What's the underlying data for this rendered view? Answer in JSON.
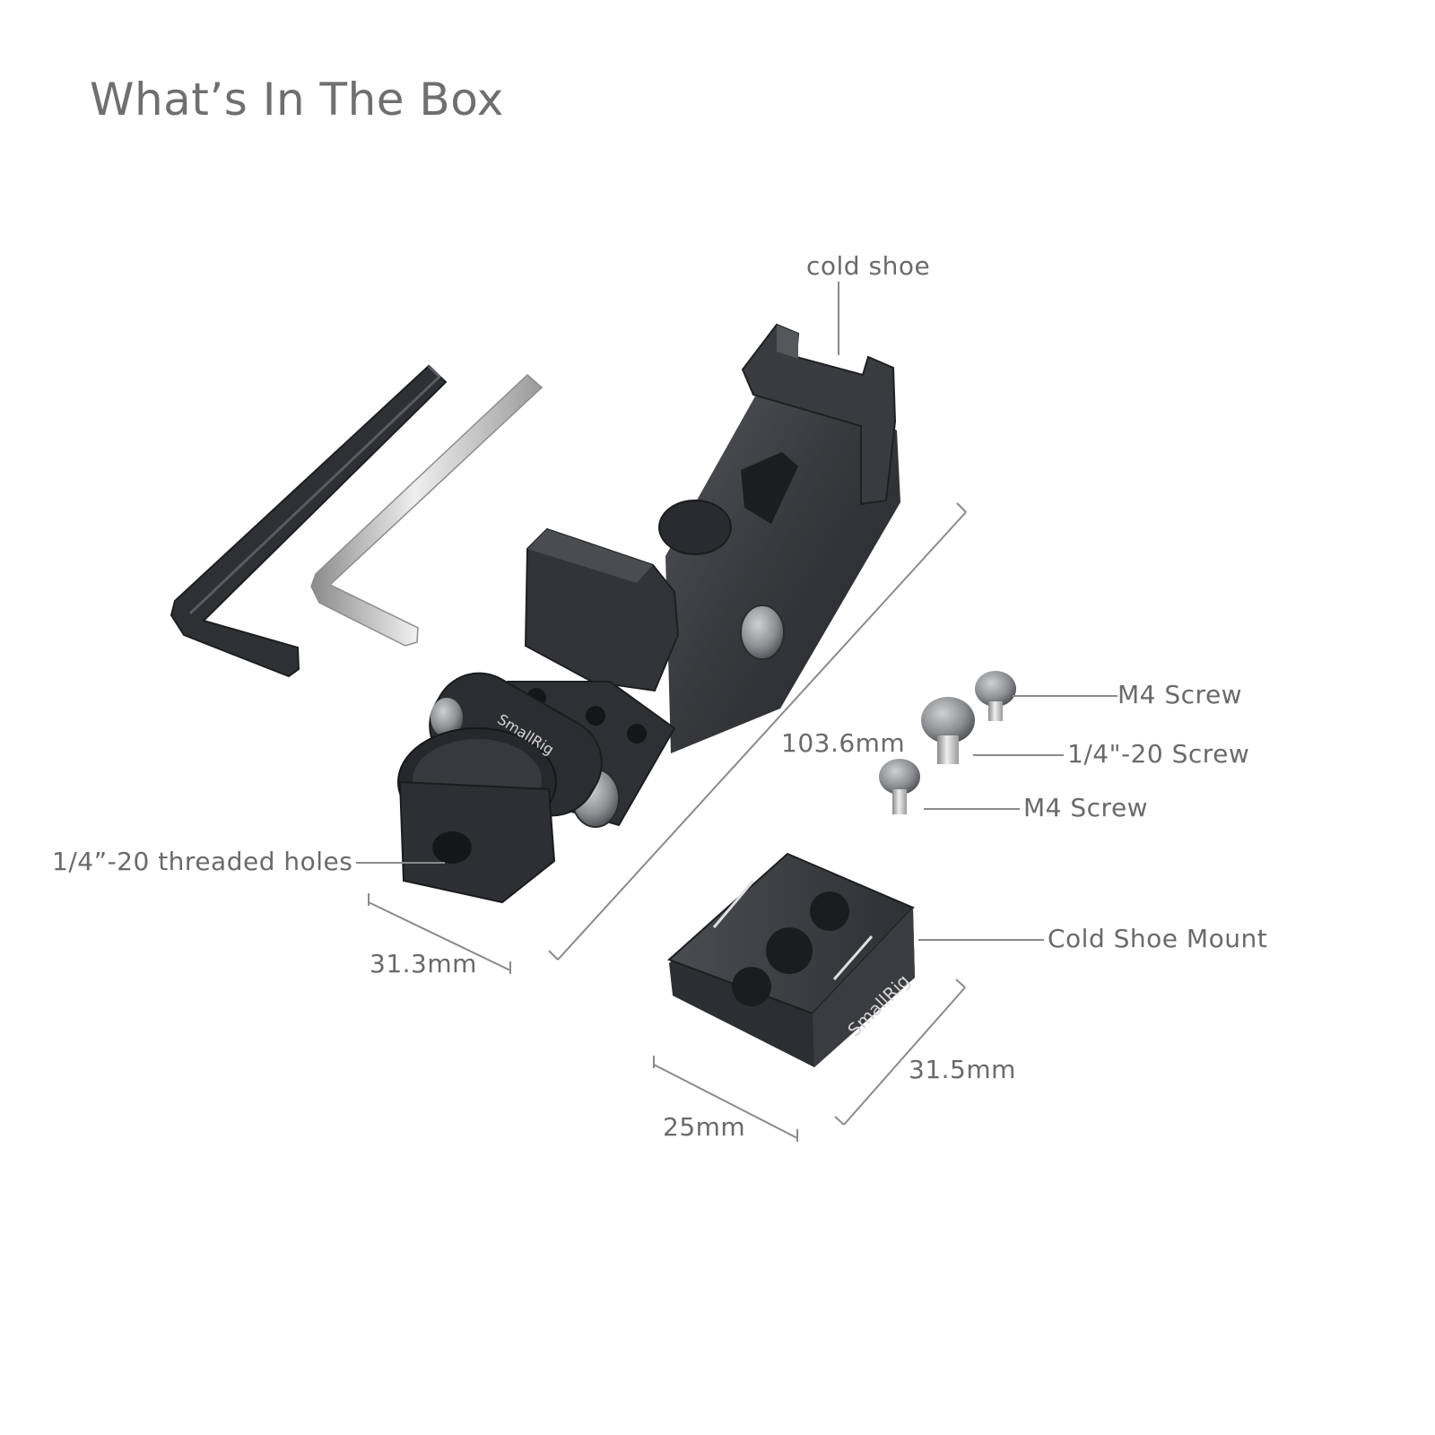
{
  "title": "What’s In The Box",
  "labels": {
    "cold_shoe": "cold shoe",
    "threaded_holes": "1/4”-20 threaded holes",
    "m4_screw_top": "M4 Screw",
    "quarter_screw": "1/4\"-20 Screw",
    "m4_screw_bottom": "M4 Screw",
    "cold_shoe_mount": "Cold Shoe Mount"
  },
  "dimensions": {
    "length": "103.6mm",
    "base_width": "31.3mm",
    "mount_depth": "31.5mm",
    "mount_width": "25mm"
  },
  "brand_engraving": "SmallRig",
  "colors": {
    "metal_dark": "#2e2f31",
    "metal_mid": "#3f4043",
    "label_gray": "#6a6a6a",
    "silver": "#c9c9c9"
  }
}
